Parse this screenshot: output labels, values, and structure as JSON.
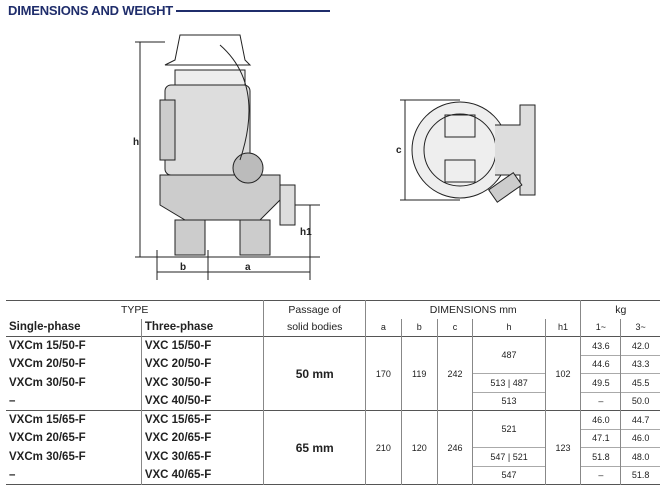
{
  "title": "DIMENSIONS AND WEIGHT",
  "drawing_labels": {
    "h": "h",
    "h1": "h1",
    "a": "a",
    "b": "b",
    "c": "c"
  },
  "table": {
    "type_header": "TYPE",
    "single_phase": "Single-phase",
    "three_phase": "Three-phase",
    "passage_header_1": "Passage of",
    "passage_header_2": "solid bodies",
    "dimensions_header": "DIMENSIONS mm",
    "kg_header": "kg",
    "cols": [
      "a",
      "b",
      "c",
      "h",
      "h1",
      "1~",
      "3~"
    ],
    "groups": [
      {
        "passage": "50 mm",
        "a": "170",
        "b": "119",
        "c": "242",
        "h1": "102",
        "h_merged": "487",
        "rows": [
          {
            "single": "VXCm 15/50-F",
            "three": "VXC 15/50-F",
            "kg1": "43.6",
            "kg3": "42.0"
          },
          {
            "single": "VXCm 20/50-F",
            "three": "VXC 20/50-F",
            "kg1": "44.6",
            "kg3": "43.3"
          },
          {
            "single": "VXCm 30/50-F",
            "three": "VXC 30/50-F",
            "h": "513 | 487",
            "kg1": "49.5",
            "kg3": "45.5"
          },
          {
            "single": "–",
            "three": "VXC 40/50-F",
            "h": "513",
            "kg1": "–",
            "kg3": "50.0"
          }
        ]
      },
      {
        "passage": "65 mm",
        "a": "210",
        "b": "120",
        "c": "246",
        "h1": "123",
        "h_merged": "521",
        "rows": [
          {
            "single": "VXCm 15/65-F",
            "three": "VXC 15/65-F",
            "kg1": "46.0",
            "kg3": "44.7"
          },
          {
            "single": "VXCm 20/65-F",
            "three": "VXC 20/65-F",
            "kg1": "47.1",
            "kg3": "46.0"
          },
          {
            "single": "VXCm 30/65-F",
            "three": "VXC 30/65-F",
            "h": "547 | 521",
            "kg1": "51.8",
            "kg3": "48.0"
          },
          {
            "single": "–",
            "three": "VXC 40/65-F",
            "h": "547",
            "kg1": "–",
            "kg3": "51.8"
          }
        ]
      }
    ]
  }
}
